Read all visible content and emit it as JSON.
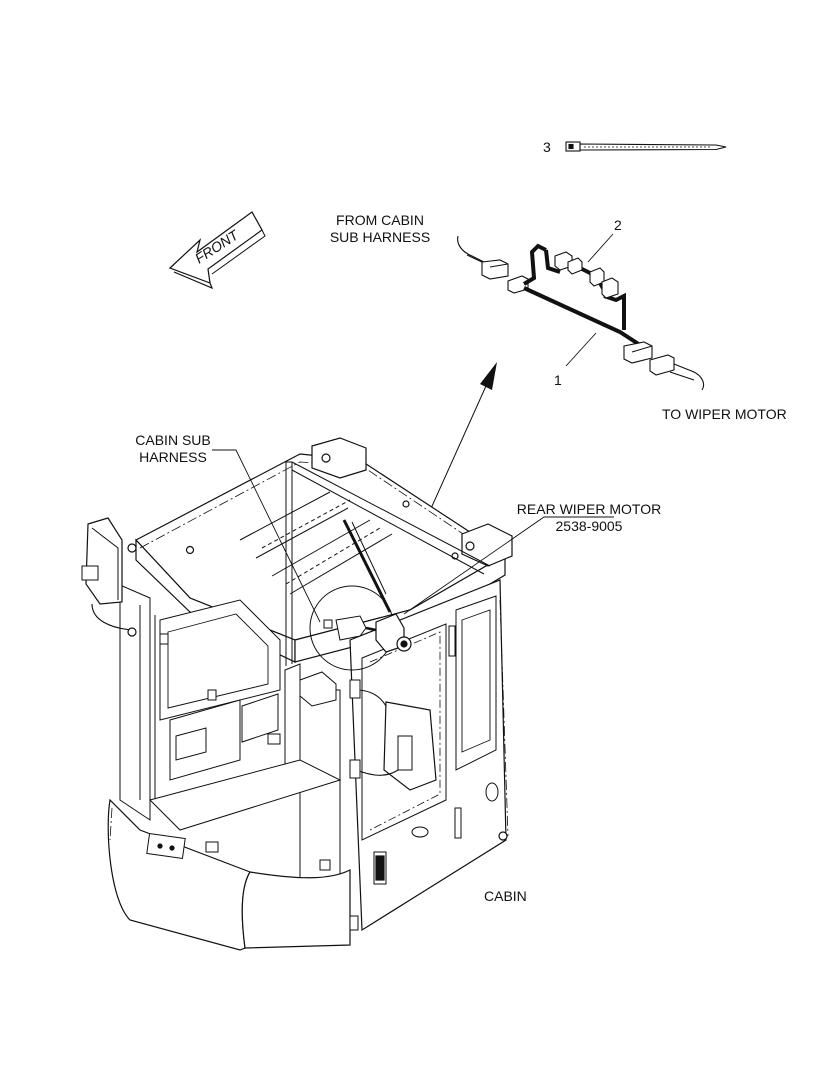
{
  "diagram": {
    "front_label": "FRONT",
    "labels": {
      "from_cabin_line1": "FROM CABIN",
      "from_cabin_line2": "SUB HARNESS",
      "to_wiper_motor": "TO WIPER MOTOR",
      "cabin_sub_line1": "CABIN SUB",
      "cabin_sub_line2": "HARNESS",
      "rear_wiper_line1": "REAR WIPER MOTOR",
      "rear_wiper_line2": "2538-9005",
      "cabin": "CABIN"
    },
    "callouts": {
      "item_1": "1",
      "item_2": "2",
      "item_3": "3"
    }
  }
}
